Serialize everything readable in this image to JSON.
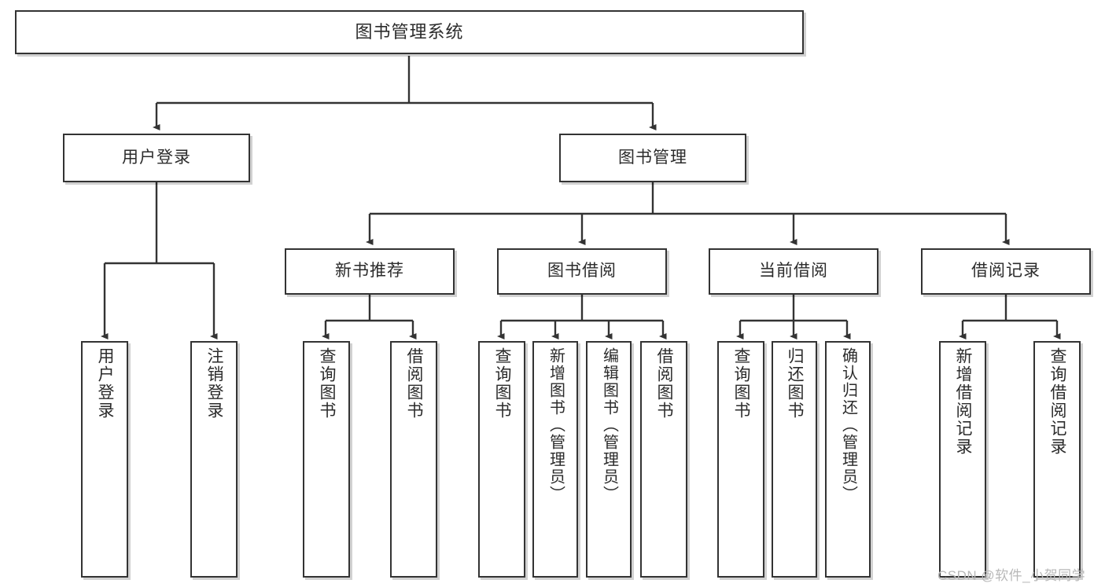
{
  "diagram": {
    "type": "tree",
    "title": "图书管理系统",
    "root": {
      "label": "图书管理系统"
    },
    "level2": [
      {
        "label": "用户登录"
      },
      {
        "label": "图书管理"
      }
    ],
    "level3": [
      {
        "label": "新书推荐"
      },
      {
        "label": "图书借阅"
      },
      {
        "label": "当前借阅"
      },
      {
        "label": "借阅记录"
      }
    ],
    "leaves": {
      "user_login": [
        {
          "label": "用户登录"
        },
        {
          "label": "注销登录"
        }
      ],
      "new_book": [
        {
          "label": "查询图书"
        },
        {
          "label": "借阅图书"
        }
      ],
      "book_borrow": [
        {
          "label": "查询图书"
        },
        {
          "label": "新增图书（管理员）"
        },
        {
          "label": "编辑图书（管理员）"
        },
        {
          "label": "借阅图书"
        }
      ],
      "current_borrow": [
        {
          "label": "查询图书"
        },
        {
          "label": "归还图书"
        },
        {
          "label": "确认归还（管理员）"
        }
      ],
      "borrow_record": [
        {
          "label": "新增借阅记录"
        },
        {
          "label": "查询借阅记录"
        }
      ]
    }
  },
  "watermark": {
    "text": "CSDN @软件_小贺同学"
  },
  "colors": {
    "node_border": "#333333",
    "node_fill": "#ffffff",
    "connector": "#333333",
    "text": "#2b2b2b",
    "watermark": "#b8b8b8",
    "background": "#ffffff"
  }
}
